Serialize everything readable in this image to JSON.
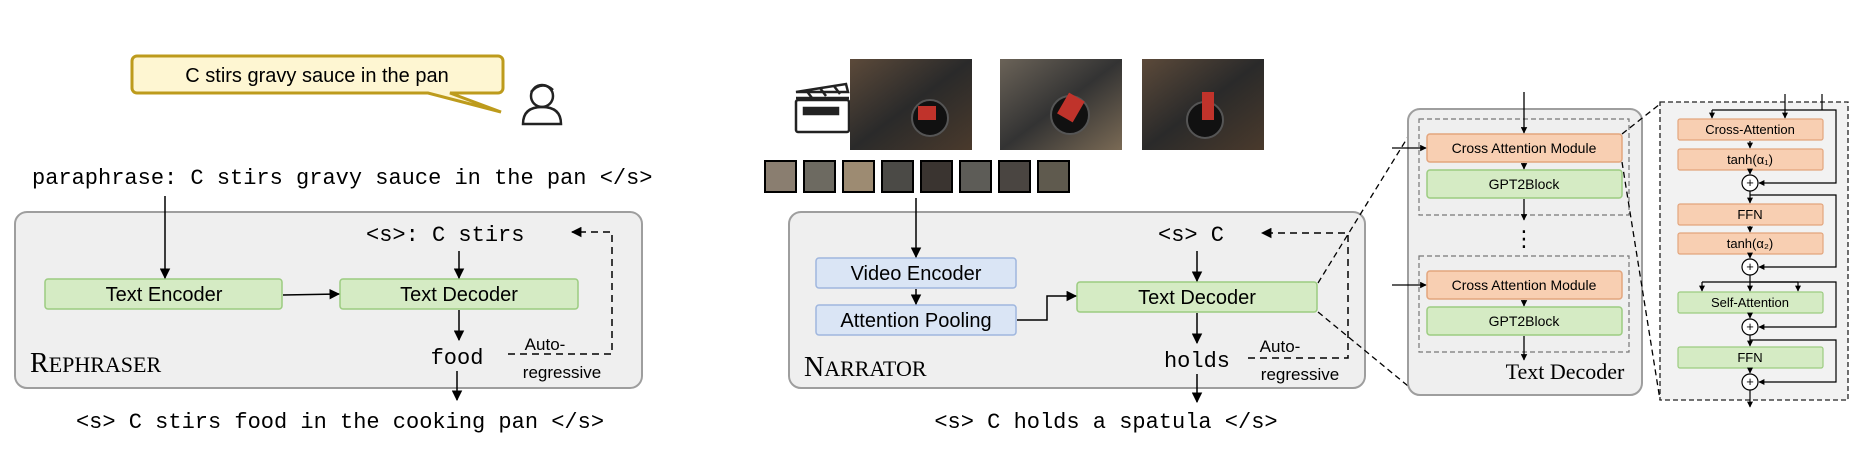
{
  "colors": {
    "panel_fill": "#efefef",
    "panel_stroke": "#9e9e9e",
    "green_fill": "#d5ebc4",
    "green_stroke": "#9ccc80",
    "blue_fill": "#dae5f5",
    "blue_stroke": "#9fb6de",
    "orange_fill": "#f8cfb2",
    "orange_stroke": "#e3a57d",
    "bubble_fill": "#fef6d2",
    "bubble_stroke": "#bd9b1c"
  },
  "speech": {
    "text": "C stirs gravy sauce in the pan",
    "icon": "person-icon"
  },
  "rephraser": {
    "input": "paraphrase: C stirs gravy sauce in the pan </s>",
    "title_first": "R",
    "title_rest": "EPHRASER",
    "encoder": "Text Encoder",
    "decoder": "Text Decoder",
    "decoder_input": "<s>: C stirs",
    "token": "food",
    "autoreg_line1": "Auto-",
    "autoreg_line2": "regressive",
    "output": "<s> C stirs food in the cooking pan </s>"
  },
  "narrator": {
    "title_first": "N",
    "title_rest": "ARRATOR",
    "video_encoder": "Video Encoder",
    "attention_pooling": "Attention Pooling",
    "decoder": "Text Decoder",
    "decoder_input": "<s> C",
    "token": "holds",
    "autoreg_line1": "Auto-",
    "autoreg_line2": "regressive",
    "output": "<s> C holds a spatula </s>",
    "icon": "clapperboard-icon"
  },
  "text_decoder_detail": {
    "cross_attention_module": "Cross Attention Module",
    "gpt2block": "GPT2Block",
    "ellipsis": "⋮",
    "caption": "Text Decoder"
  },
  "gated_block": {
    "cross_attention": "Cross-Attention",
    "tanh_1": "tanh(α₁)",
    "ffn_1": "FFN",
    "tanh_2": "tanh(α₂)",
    "self_attention": "Self-Attention",
    "ffn_2": "FFN",
    "plus": "+"
  }
}
